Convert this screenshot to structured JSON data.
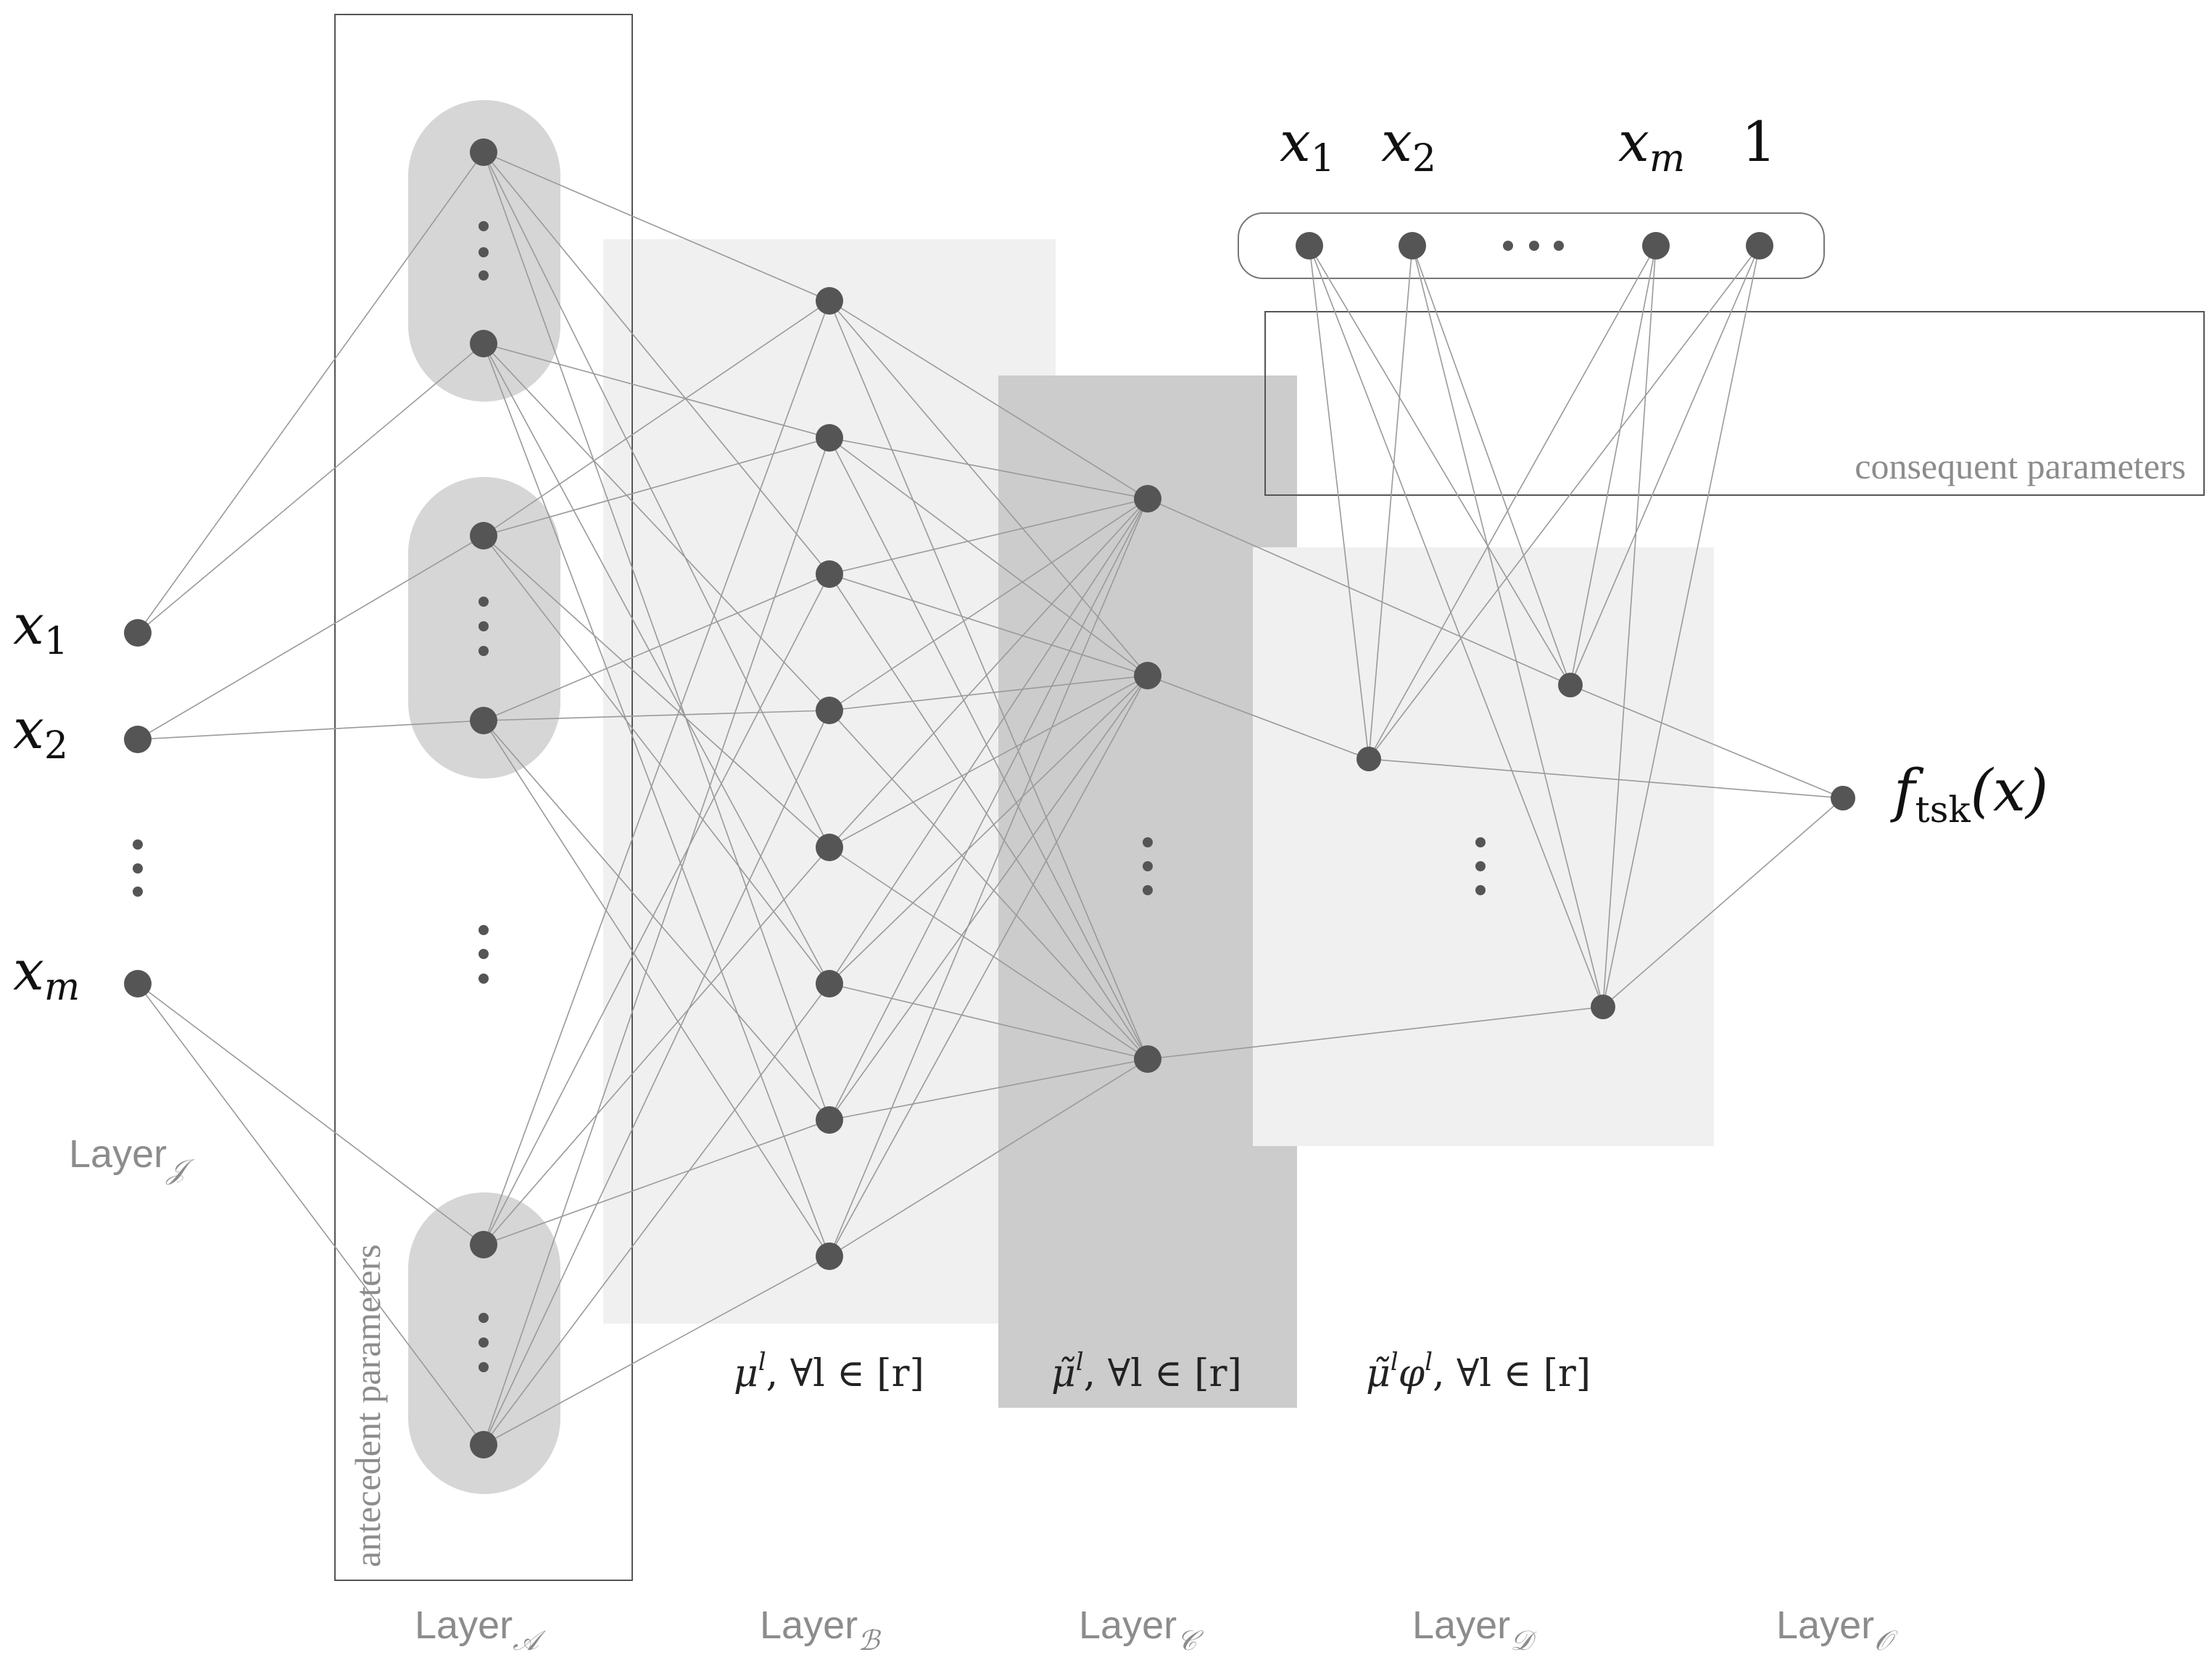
{
  "inputs": {
    "x1": {
      "base": "x",
      "sub": "1"
    },
    "x2": {
      "base": "x",
      "sub": "2"
    },
    "xm": {
      "base": "x",
      "sub": "m"
    }
  },
  "consequent_inputs": {
    "x1": {
      "base": "x",
      "sub": "1"
    },
    "x2": {
      "base": "x",
      "sub": "2"
    },
    "xm": {
      "base": "x",
      "sub": "m"
    },
    "one": "1"
  },
  "output": {
    "f": "f",
    "sub": "tsk",
    "arg": "(x)"
  },
  "boxes": {
    "antecedent": "antecedent parameters",
    "consequent": "consequent parameters"
  },
  "layers": {
    "input": {
      "name": "Layer",
      "sub": "𝒥"
    },
    "a": {
      "name": "Layer",
      "sub": "𝒜"
    },
    "b": {
      "name": "Layer",
      "sub": "ℬ"
    },
    "c": {
      "name": "Layer",
      "sub": "𝒞"
    },
    "d": {
      "name": "Layer",
      "sub": "𝒟"
    },
    "o": {
      "name": "Layer",
      "sub": "𝒪"
    }
  },
  "formulas": {
    "b": {
      "main": "μ",
      "sup": "l",
      "rest": ", ∀l ∈ [r]"
    },
    "c": {
      "main": "μ̃",
      "sup": "l",
      "rest": ", ∀l ∈ [r]"
    },
    "d": {
      "main": "μ̃",
      "sup": "l",
      "main2": "φ",
      "sup2": "l",
      "rest": ", ∀l ∈ [r]"
    }
  },
  "colors": {
    "node": "#555555",
    "edge": "#9a9a9a",
    "layer_light": "#f0f0f0",
    "layer_dark": "#cccccc",
    "group_fill": "#d6d6d6",
    "label_gray": "#8c8c8c"
  }
}
